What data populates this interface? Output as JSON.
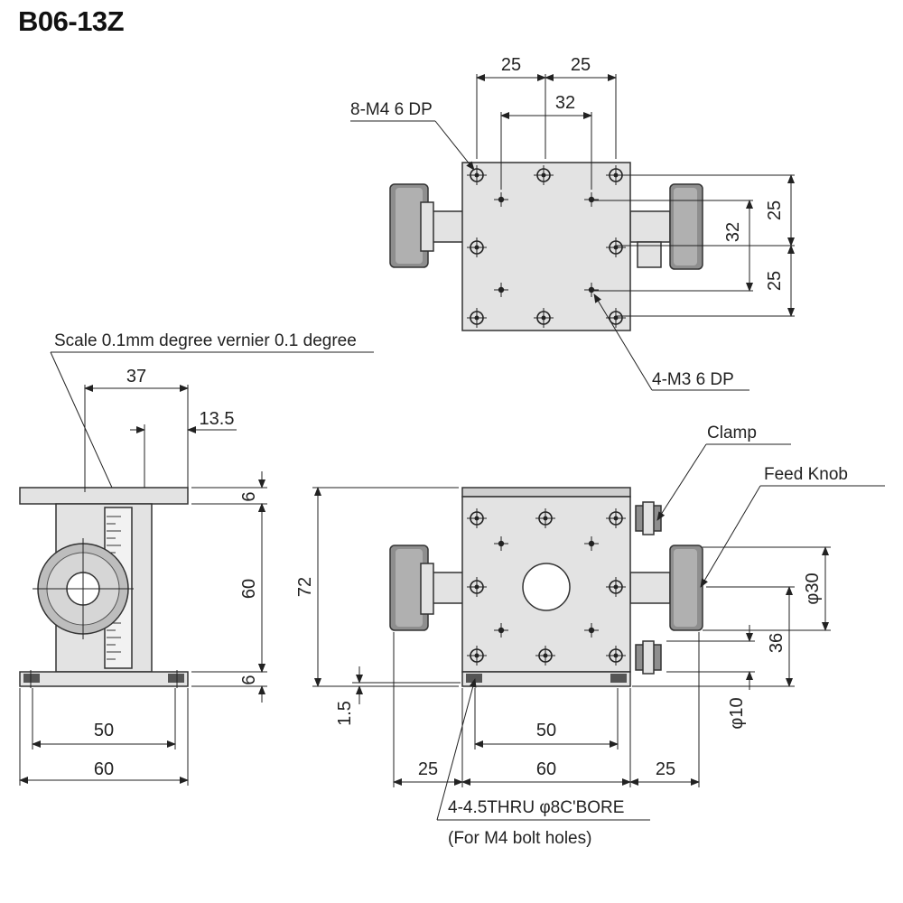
{
  "title": "B06-13Z",
  "top_view": {
    "dims": {
      "x_left": "25",
      "x_right": "25",
      "x_inner": "32",
      "y_inner": "32",
      "y_top": "25",
      "y_bottom": "25"
    },
    "callouts": {
      "m4_holes": "8-M4 6 DP",
      "m3_holes": "4-M3 6 DP"
    }
  },
  "side_view": {
    "scale_label": "Scale 0.1mm degree vernier 0.1 degree",
    "dims": {
      "w_top": "37",
      "w_offset": "13.5",
      "h_top": "6",
      "h_mid": "60",
      "h_bot": "6",
      "w_inner": "50",
      "w_total": "60"
    }
  },
  "front_view": {
    "labels": {
      "clamp": "Clamp",
      "feed_knob": "Feed Knob"
    },
    "dims": {
      "height": "72",
      "gap": "1.5",
      "w_inner": "50",
      "w_total": "60",
      "ext_left": "25",
      "ext_right": "25",
      "dia_knob": "φ30",
      "h_knob": "36",
      "dia_shaft": "φ10"
    },
    "note_line1": "4-4.5THRU φ8C'BORE",
    "note_line2": "(For M4 bolt holes)"
  }
}
